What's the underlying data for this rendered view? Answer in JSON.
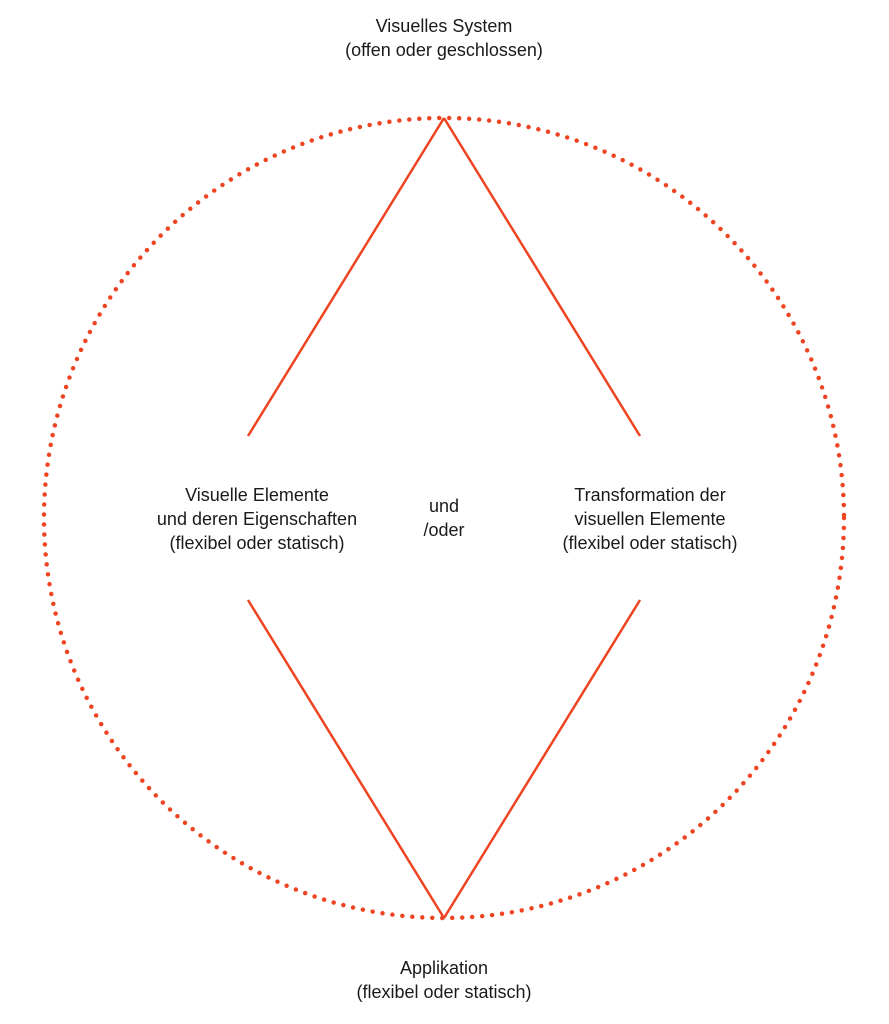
{
  "colors": {
    "accent": "#ee4422",
    "text": "#1a1a1a",
    "background": "#ffffff"
  },
  "nodes": {
    "top": {
      "line1": "Visuelles System",
      "line2": "(offen oder geschlossen)"
    },
    "left": {
      "line1": "Visuelle Elemente",
      "line2": "und deren Eigenschaften",
      "line3": "(flexibel oder statisch)"
    },
    "center": {
      "line1": "und",
      "line2": "/oder"
    },
    "right": {
      "line1": "Transformation der",
      "line2": "visuellen Elemente",
      "line3": "(flexibel oder statisch)"
    },
    "bottom": {
      "line1": "Applikation",
      "line2": "(flexibel oder statisch)"
    }
  }
}
